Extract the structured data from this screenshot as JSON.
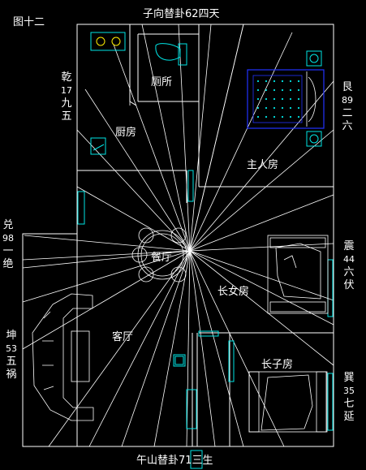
{
  "figure_label": "图十二",
  "top_caption": "子向替卦62四天",
  "bottom_caption": "午山替卦71三生",
  "rooms": {
    "kitchen": "厨房",
    "toilet": "厕所",
    "master_bedroom": "主人房",
    "dining": "餐厅",
    "eldest_daughter_room": "长女房",
    "living_room": "客厅",
    "eldest_son_room": "长子房"
  },
  "trigrams": {
    "qian": [
      "乾",
      "17",
      "九",
      "五"
    ],
    "gen": [
      "艮",
      "89",
      "二",
      "六"
    ],
    "dui": [
      "兑",
      "98",
      "一",
      "绝"
    ],
    "zhen": [
      "震",
      "44",
      "六",
      "伏"
    ],
    "kun": [
      "坤",
      "53",
      "五",
      "祸"
    ],
    "xun": [
      "巽",
      "35",
      "七",
      "延"
    ]
  },
  "colors": {
    "wall": "#ffffff",
    "cyan": "#00e5e5",
    "blue": "#2233ff",
    "yellow": "#ffee00"
  }
}
